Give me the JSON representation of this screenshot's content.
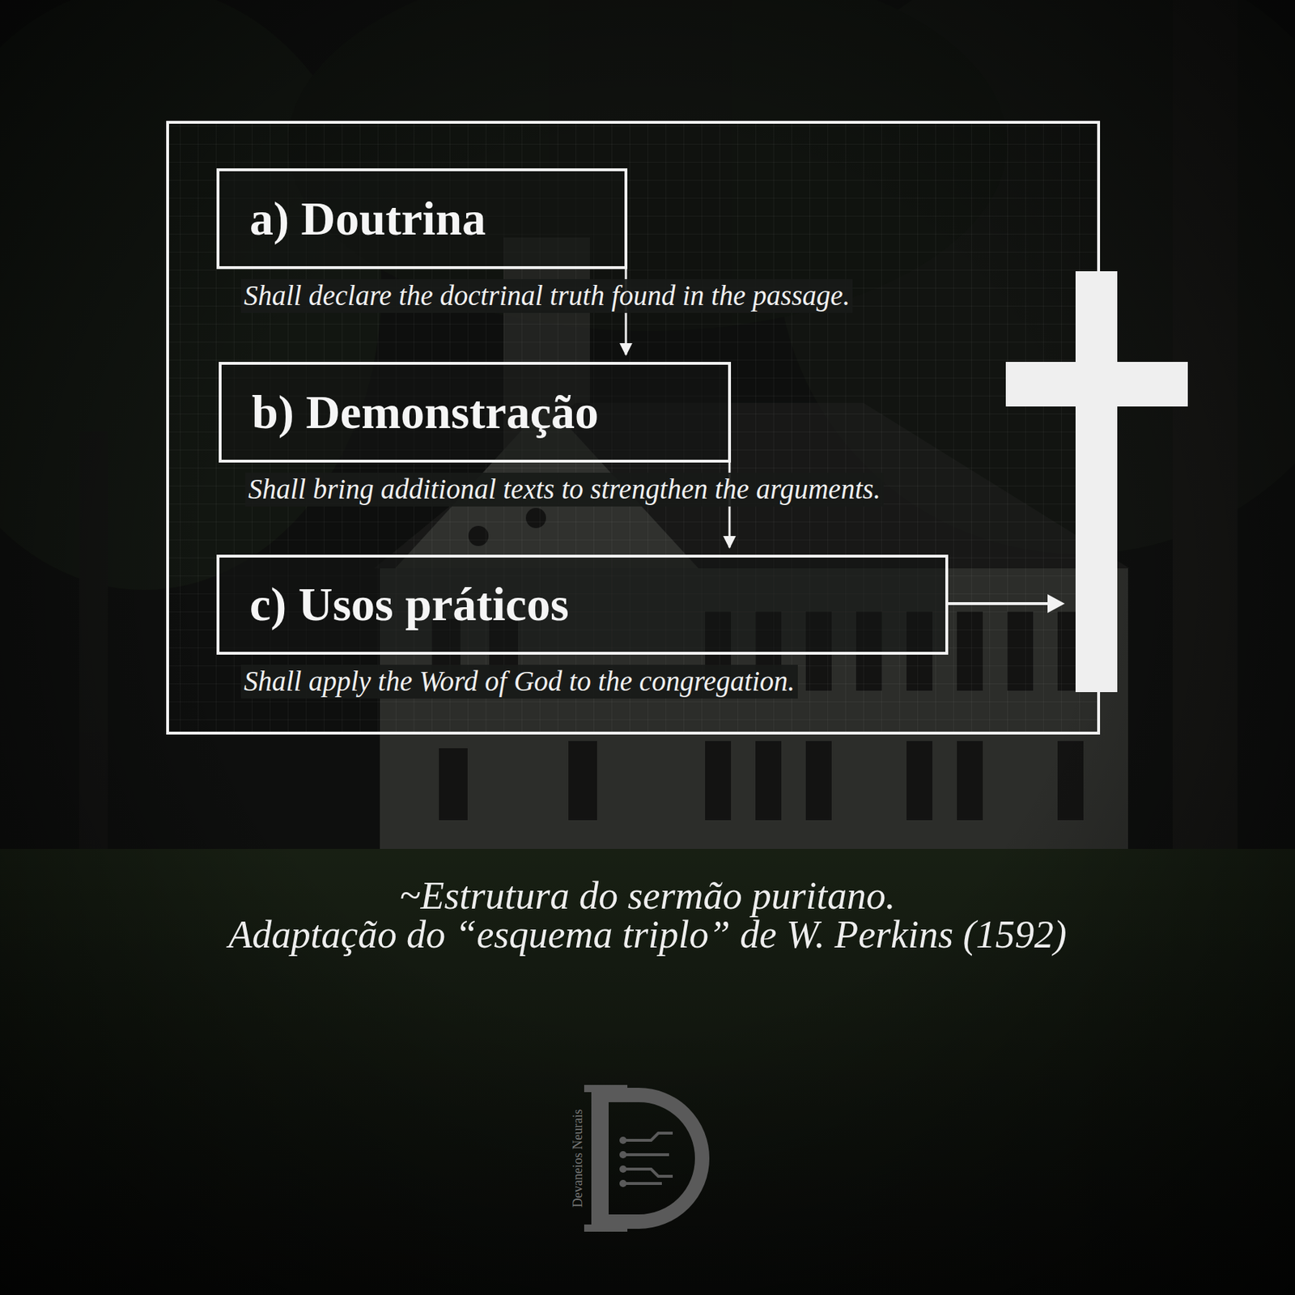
{
  "diagram": {
    "caption": "~Estrutura do sermão puritano.",
    "nodes": [
      {
        "text": [
          "a) Doutrina",
          "Shall declare the doctrinal truth found in the passage."
        ]
      },
      {
        "text": [
          "b) Demonstração",
          "Shall bring additional texts to strengthen the arguments."
        ]
      },
      {
        "text": [
          "c) Usos práticos",
          "Shall apply the Word of God to the congregation."
        ]
      }
    ],
    "edges": [
      {
        "from": 0,
        "to": 1,
        "arrow": "to"
      },
      {
        "from": 1,
        "to": 2,
        "arrow": "to"
      }
    ],
    "labels": [
      "Adaptação do “esquema triplo” de W. Perkins (1592)",
      "Devaneios Neurais"
    ]
  }
}
